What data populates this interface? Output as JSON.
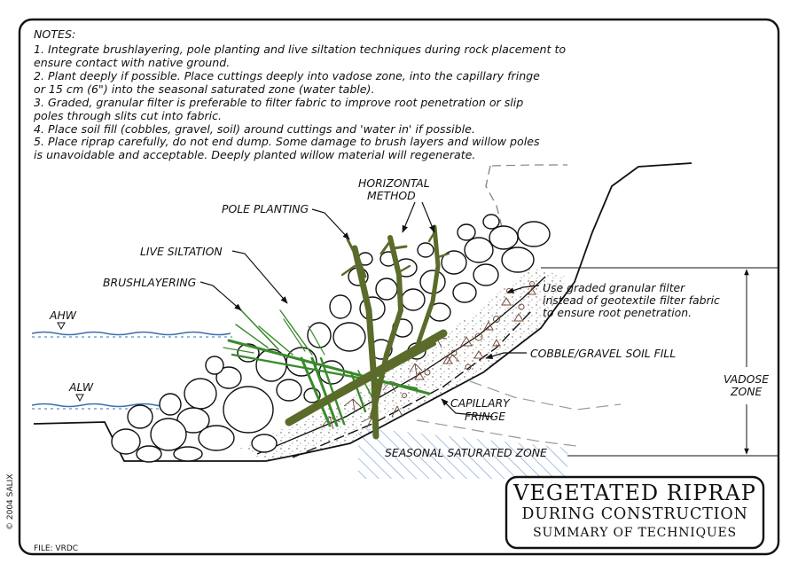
{
  "notes": {
    "heading": "NOTES:",
    "lines": [
      "1. Integrate brushlayering, pole planting and live siltation techniques during rock placement to",
      "ensure contact with native ground.",
      "2. Plant deeply if possible.  Place cuttings deeply into vadose zone, into the capillary fringe",
      "or 15 cm (6\") into the seasonal saturated zone (water table).",
      "3. Graded, granular filter is preferable to filter fabric to improve root penetration or slip",
      "poles through slits cut into fabric.",
      "4. Place soil fill (cobbles, gravel, soil) around cuttings and 'water in' if possible.",
      "5. Place riprap carefully, do not end dump.  Some damage to brush layers and willow poles",
      "is unavoidable and acceptable.  Deeply planted willow material will regenerate."
    ]
  },
  "labels": {
    "horizontal_method_1": "HORIZONTAL",
    "horizontal_method_2": "METHOD",
    "pole_planting": "POLE PLANTING",
    "live_siltation": "LIVE SILTATION",
    "brushlayering": "BRUSHLAYERING",
    "ahw": "AHW",
    "alw": "ALW",
    "filter_note_1": "Use graded granular filter",
    "filter_note_2": "instead of geotextile filter fabric",
    "filter_note_3": "to ensure root penetration.",
    "cobble_fill": "COBBLE/GRAVEL SOIL FILL",
    "capillary_1": "CAPILLARY",
    "capillary_2": "FRINGE",
    "seasonal_zone": "SEASONAL SATURATED ZONE",
    "vadose_1": "VADOSE",
    "vadose_2": "ZONE"
  },
  "title_block": {
    "line1": "VEGETATED RIPRAP",
    "line2": "DURING CONSTRUCTION",
    "line3": "SUMMARY OF TECHNIQUES"
  },
  "copyright": "© 2004 SALIX",
  "file_label": "FILE: VRDC",
  "colors": {
    "ink": "#111111",
    "water": "#3a6fb0",
    "pole": "#5b6b2a",
    "brush": "#3a8a2c",
    "roots": "#6b4a3a",
    "hatch": "#6a9ed0"
  }
}
